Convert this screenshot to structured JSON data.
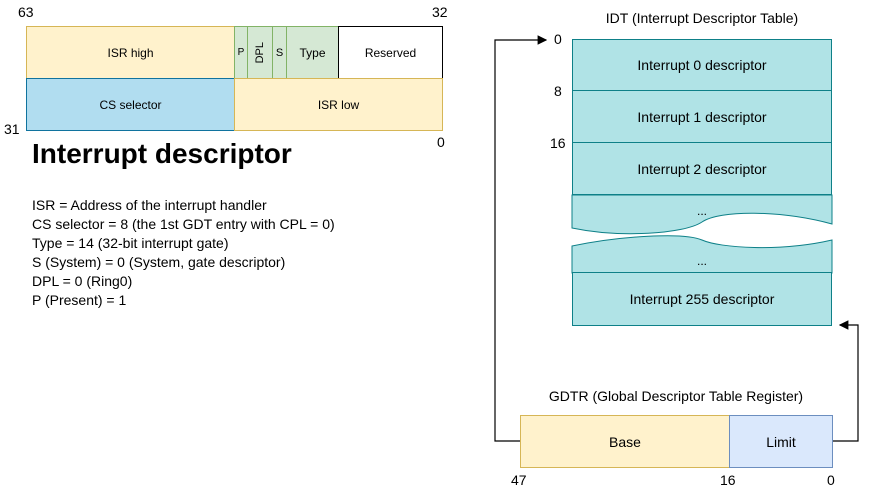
{
  "descriptor": {
    "bits_top_left": "63",
    "bits_top_right": "32",
    "bits_bottom_left": "31",
    "bits_bottom_right": "0",
    "isr_high": "ISR high",
    "p": "P",
    "dpl": "DPL",
    "s": "S",
    "type": "Type",
    "reserved": "Reserved",
    "cs_selector": "CS selector",
    "isr_low": "ISR low",
    "title": "Interrupt descriptor"
  },
  "legend": [
    "ISR = Address of the interrupt handler",
    "CS selector = 8 (the 1st GDT entry with CPL = 0)",
    "Type = 14 (32-bit interrupt gate)",
    "S (System) = 0 (System, gate descriptor)",
    "DPL = 0 (Ring0)",
    "P (Present) = 1"
  ],
  "idt": {
    "title": "IDT (Interrupt Descriptor Table)",
    "offsets": [
      "0",
      "8",
      "16"
    ],
    "entries": [
      "Interrupt 0 descriptor",
      "Interrupt 1 descriptor",
      "Interrupt 2 descriptor",
      "...",
      "...",
      "Interrupt 255 descriptor"
    ]
  },
  "gdtr": {
    "title": "GDTR (Global Descriptor Table Register)",
    "base": "Base",
    "limit": "Limit",
    "bit_47": "47",
    "bit_16": "16",
    "bit_0": "0"
  }
}
